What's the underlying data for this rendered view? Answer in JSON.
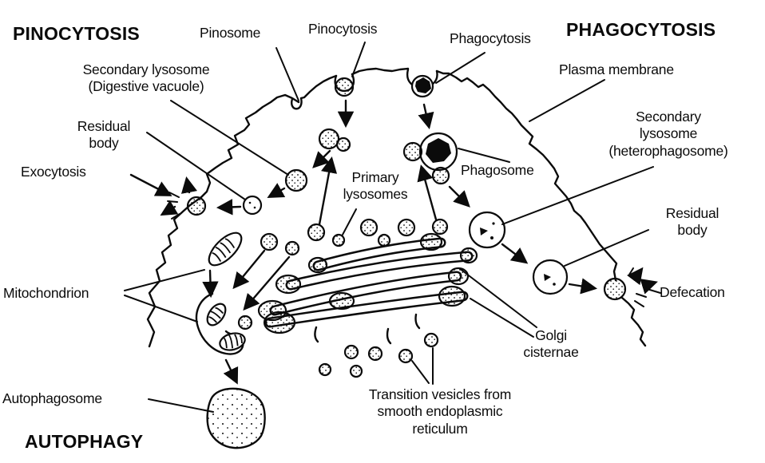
{
  "figure": {
    "subject": "Cell diagram of lysosomal pathways: pinocytosis, phagocytosis and autophagy",
    "colors": {
      "ink": "#0b0b0b",
      "background": "#ffffff"
    }
  },
  "titles": {
    "pinocytosis": "PINOCYTOSIS",
    "phagocytosis": "PHAGOCYTOSIS",
    "autophagy": "AUTOPHAGY"
  },
  "labels": {
    "pinosome": "Pinosome",
    "pinocytosis_site": "Pinocytosis",
    "phagocytosis_site": "Phagocytosis",
    "plasma_membrane": "Plasma membrane",
    "secondary_lysosome_left": "Secondary lysosome\n(Digestive vacuole)",
    "residual_body_left": "Residual\nbody",
    "exocytosis": "Exocytosis",
    "secondary_lysosome_right": "Secondary\nlysosome\n(heterophagosome)",
    "phagosome": "Phagosome",
    "primary_lysosomes": "Primary\nlysosomes",
    "residual_body_right": "Residual\nbody",
    "defecation": "Defecation",
    "mitochondrion": "Mitochondrion",
    "golgi_cisternae": "Golgi\ncisternae",
    "autophagosome": "Autophagosome",
    "transition_vesicles": "Transition vesicles from\nsmooth endoplasmic\nreticulum"
  }
}
